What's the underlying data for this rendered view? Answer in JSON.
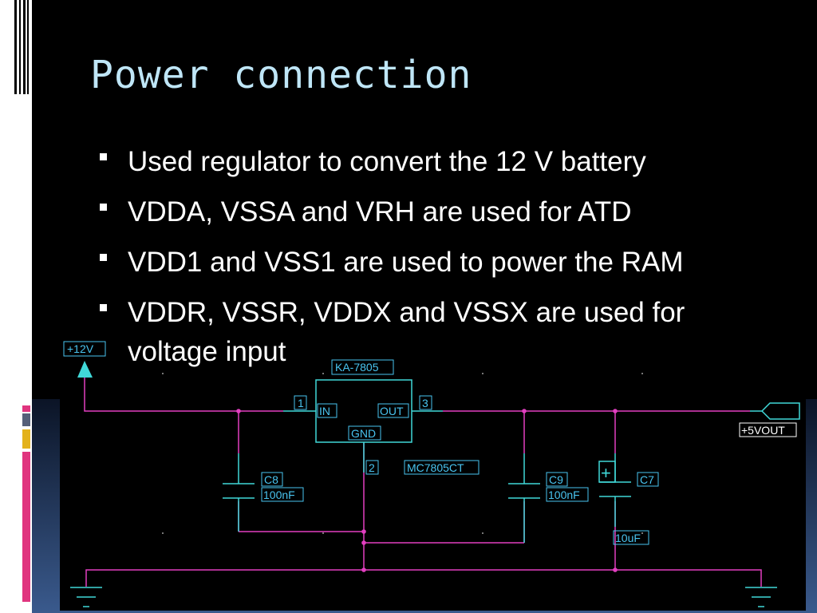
{
  "slide": {
    "title": "Power connection",
    "bullets": [
      "Used regulator to convert the 12 V battery",
      "VDDA, VSSA and VRH are used for ATD",
      "VDD1 and VSS1 are used to power the RAM",
      "VDDR, VSSR, VDDX and VSSX are used for voltage input"
    ]
  },
  "schematic": {
    "input_label": "+12V",
    "regulator_name": "KA-7805",
    "regulator_part": "MC7805CT",
    "pin_in_number": "1",
    "pin_in_label": "IN",
    "pin_out_number": "3",
    "pin_out_label": "OUT",
    "pin_gnd_number": "2",
    "pin_gnd_label": "GND",
    "c8_name": "C8",
    "c8_value": "100nF",
    "c9_name": "C9",
    "c9_value": "100nF",
    "c7_name": "C7",
    "c7_value": "10uF",
    "polarity_mark": "+",
    "output_label": "+5VOUT"
  },
  "colors": {
    "background": "#000000",
    "title": "#bfe6f7",
    "wire": "#e23fc0",
    "component": "#40d8d8",
    "label": "#49c4f0",
    "accent_pink": "#e0357f",
    "accent_gold": "#e3b21c"
  }
}
